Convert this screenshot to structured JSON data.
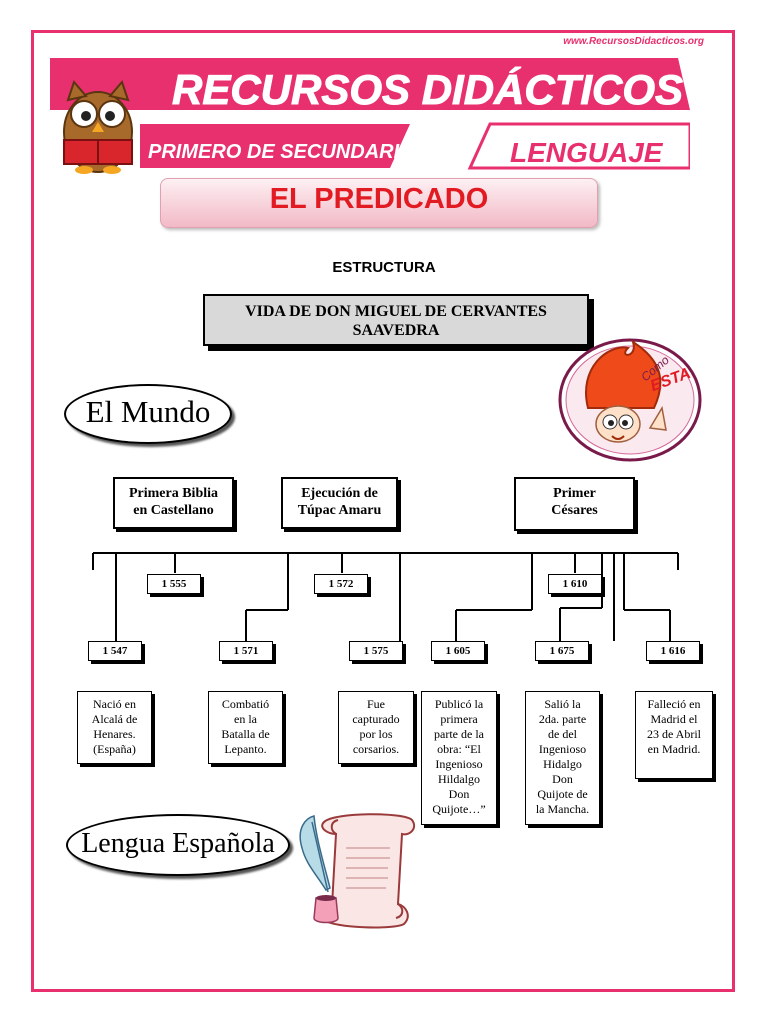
{
  "header": {
    "url": "www.RecursosDidacticos.org",
    "brand": "RECURSOS DIDÁCTICOS",
    "grade": "PRIMERO DE SECUNDARIA",
    "subject": "LENGUAJE"
  },
  "doc": {
    "title": "EL PREDICADO",
    "section": "ESTRUCTURA",
    "heading_line1": "VIDA DE DON MIGUEL DE CERVANTES",
    "heading_line2": "SAAVEDRA",
    "oval_world": "El Mundo",
    "oval_language": "Lengua Española"
  },
  "timeline": {
    "events": [
      {
        "line1": "Primera Biblia",
        "line2": "en Castellano"
      },
      {
        "line1": "Ejecución de",
        "line2": "Túpac Amaru"
      },
      {
        "line1": "Primer",
        "line2": "Césares"
      }
    ],
    "upper_years": [
      "1 555",
      "1 572",
      "1 610"
    ],
    "lower_years": [
      "1 547",
      "1 571",
      "1 575",
      "1 605",
      "1 675",
      "1 616"
    ],
    "descriptions": [
      [
        "Nació en",
        "Alcalá de",
        "Henares.",
        "(España)"
      ],
      [
        "Combatió",
        "en la",
        "Batalla de",
        "Lepanto."
      ],
      [
        "Fue",
        "capturado",
        "por los",
        "corsarios."
      ],
      [
        "Publicó la",
        "primera",
        "parte de la",
        "obra: “El",
        "Ingenioso",
        "Hildalgo",
        "Don",
        "Quijote…”"
      ],
      [
        "Salió la",
        "2da. parte",
        "de del",
        "Ingenioso",
        "Hidalgo",
        "Don",
        "Quijote de",
        "la Mancha."
      ],
      [
        "Falleció en",
        "Madrid el",
        "23 de Abril",
        "en Madrid."
      ]
    ]
  },
  "colors": {
    "accent": "#e8306e",
    "banner_pink": "#e8306e",
    "title_red": "#e21a22"
  },
  "icons": [
    "owl-mascot-icon",
    "cartoon-face-icon",
    "scroll-quill-icon"
  ]
}
